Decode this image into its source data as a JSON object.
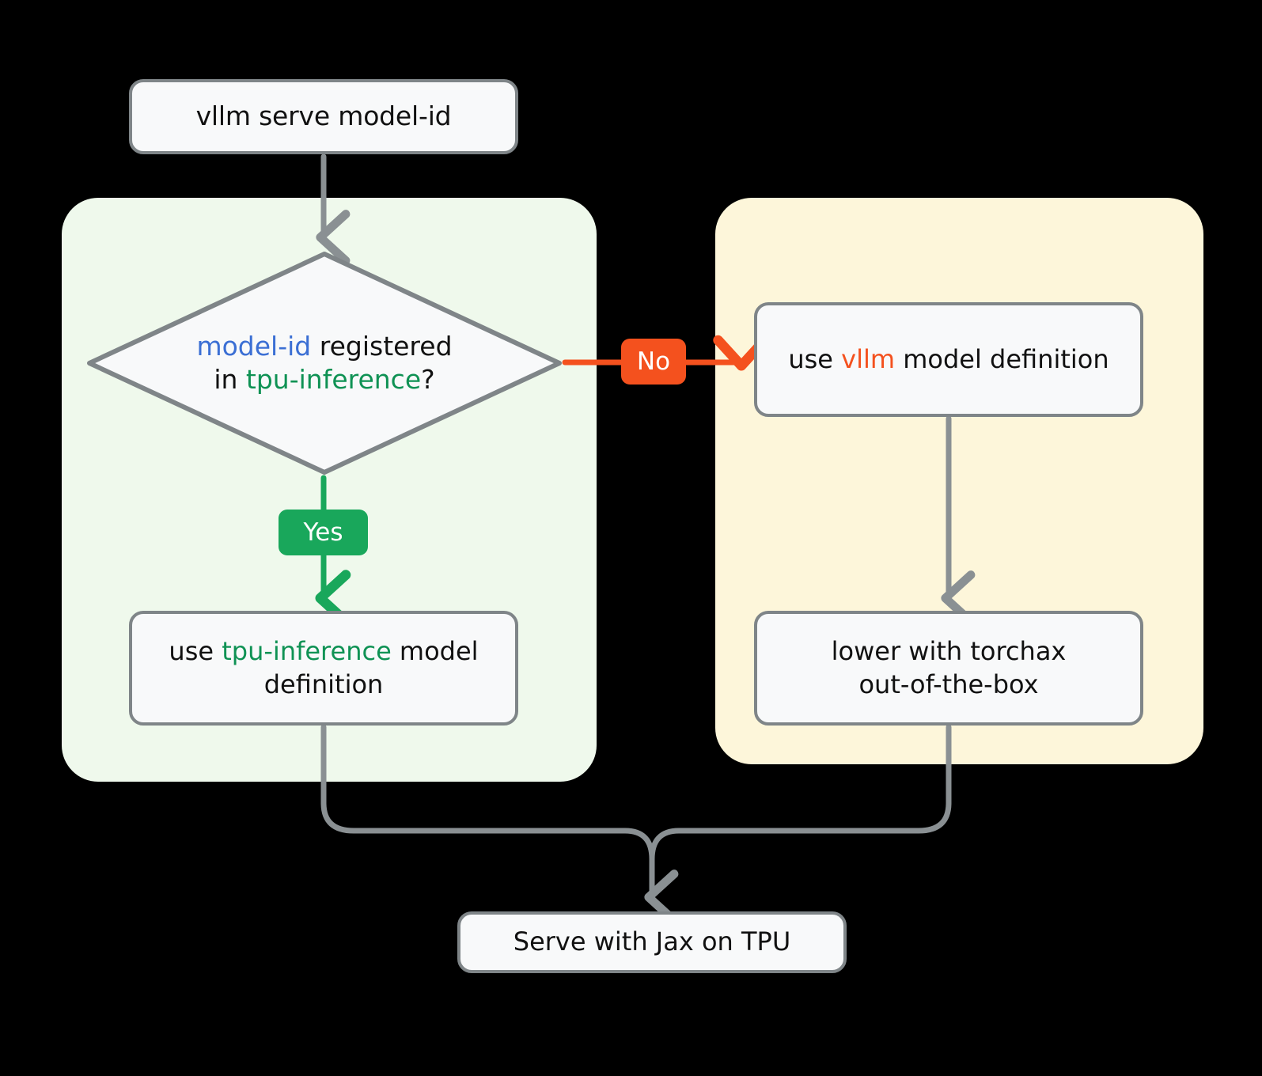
{
  "diagram": {
    "title": "vllm serve on TPU decision flow",
    "background": "#000000",
    "colors": {
      "accent_blue": "#3B6FD4",
      "accent_green": "#0F9254",
      "accent_orange": "#F4511E",
      "badge_yes_bg": "#19A75B",
      "badge_no_bg": "#F4511E",
      "node_fill": "#F8F9FA",
      "node_stroke": "#7F8588",
      "edge_stroke": "#8A9093",
      "panel_green_bg": "#EFF9EC",
      "panel_yellow_bg": "#FDF6DA"
    }
  },
  "nodes": {
    "start": {
      "text": "vllm serve model-id"
    },
    "decision": {
      "line1_part1": "model-id",
      "line1_part2": " registered",
      "line2_part1": "in ",
      "line2_part2": "tpu-inference",
      "line2_part3": "?"
    },
    "tpu_def": {
      "part1": "use ",
      "part2": "tpu-inference",
      "part3": " model definition"
    },
    "vllm_def": {
      "part1": "use ",
      "part2": "vllm",
      "part3": " model definition"
    },
    "torchax": {
      "line1": "lower with torchax",
      "line2": "out-of-the-box"
    },
    "serve": {
      "text": "Serve with Jax on TPU"
    }
  },
  "edges": {
    "yes_label": "Yes",
    "no_label": "No"
  }
}
